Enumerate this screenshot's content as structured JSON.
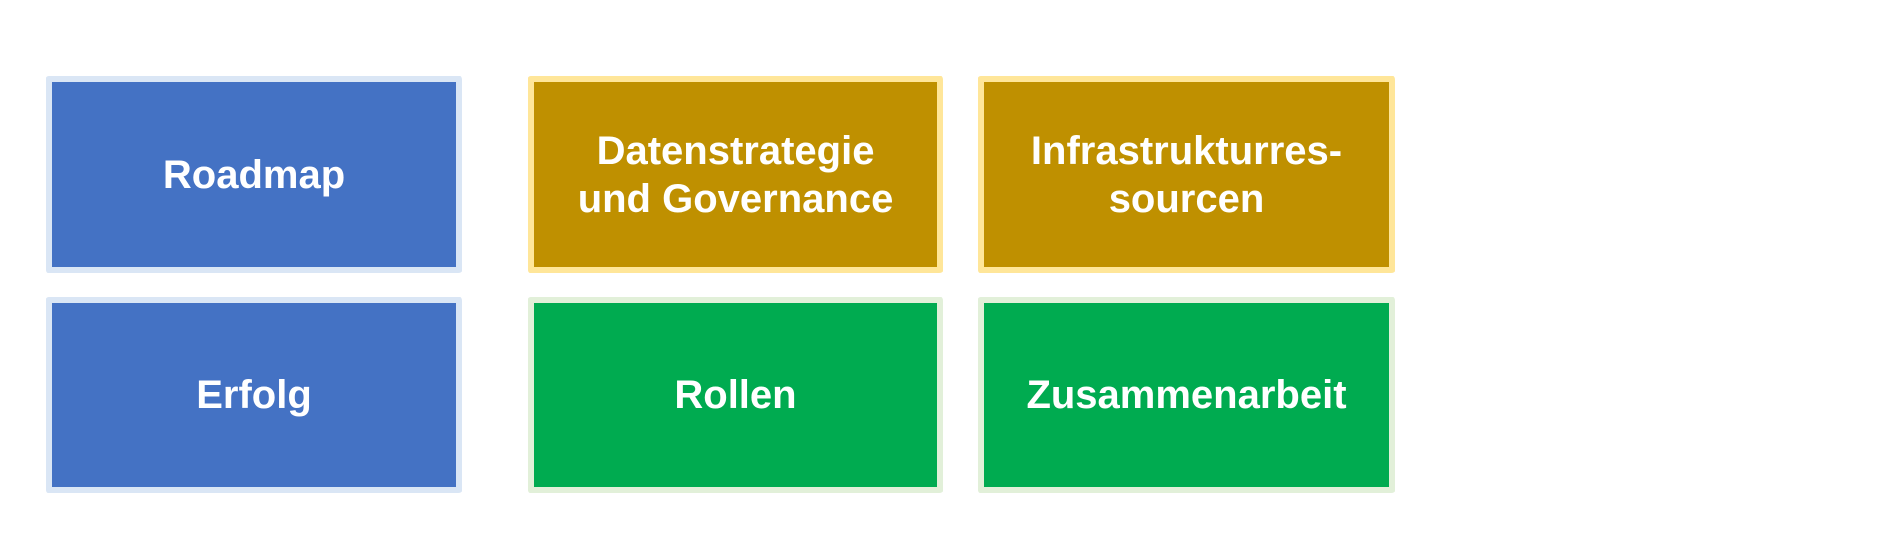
{
  "diagram": {
    "tiles": [
      {
        "id": "roadmap",
        "label": "Roadmap",
        "theme": "blue",
        "fill": "#4472C4",
        "border": "#DAE6F5"
      },
      {
        "id": "datenstrategie",
        "label": "Datenstrategie\nund Governance",
        "theme": "gold",
        "fill": "#BF9000",
        "border": "#FFE699"
      },
      {
        "id": "infrastruktur",
        "label": "Infrastrukturres-\nsourcen",
        "theme": "gold",
        "fill": "#BF9000",
        "border": "#FFE699"
      },
      {
        "id": "erfolg",
        "label": "Erfolg",
        "theme": "blue",
        "fill": "#4472C4",
        "border": "#DAE6F5"
      },
      {
        "id": "rollen",
        "label": "Rollen",
        "theme": "green",
        "fill": "#00AB50",
        "border": "#E2F0D9"
      },
      {
        "id": "zusammenarbeit",
        "label": "Zusammenarbeit",
        "theme": "green",
        "fill": "#00AB50",
        "border": "#E2F0D9"
      }
    ],
    "colors": {
      "background": "#FFFFFF",
      "text": "#FFFFFF"
    }
  }
}
